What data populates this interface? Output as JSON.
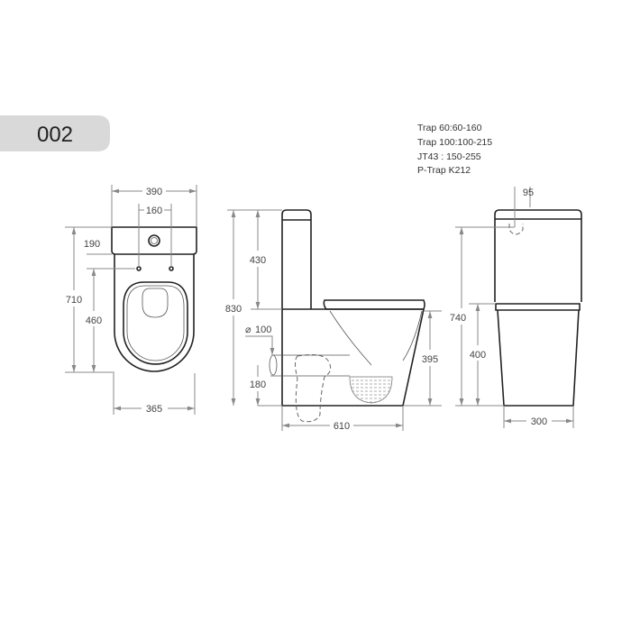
{
  "model_label": "002",
  "notes": [
    "Trap 60:60-160",
    "Trap 100:100-215",
    "JT43  : 150-255",
    "P-Trap K212"
  ],
  "top_view": {
    "overall_width": "390",
    "hole_spacing": "160",
    "tank_depth": "190",
    "overall_length": "710",
    "bowl_length": "460",
    "bowl_width": "365"
  },
  "side_view": {
    "height": "830",
    "tank_height": "430",
    "outlet_diameter": "100",
    "outlet_height": "180",
    "seat_height": "395",
    "length": "610"
  },
  "front_view": {
    "inlet_offset": "95",
    "height": "740",
    "seat_height": "400",
    "base_width": "300"
  }
}
